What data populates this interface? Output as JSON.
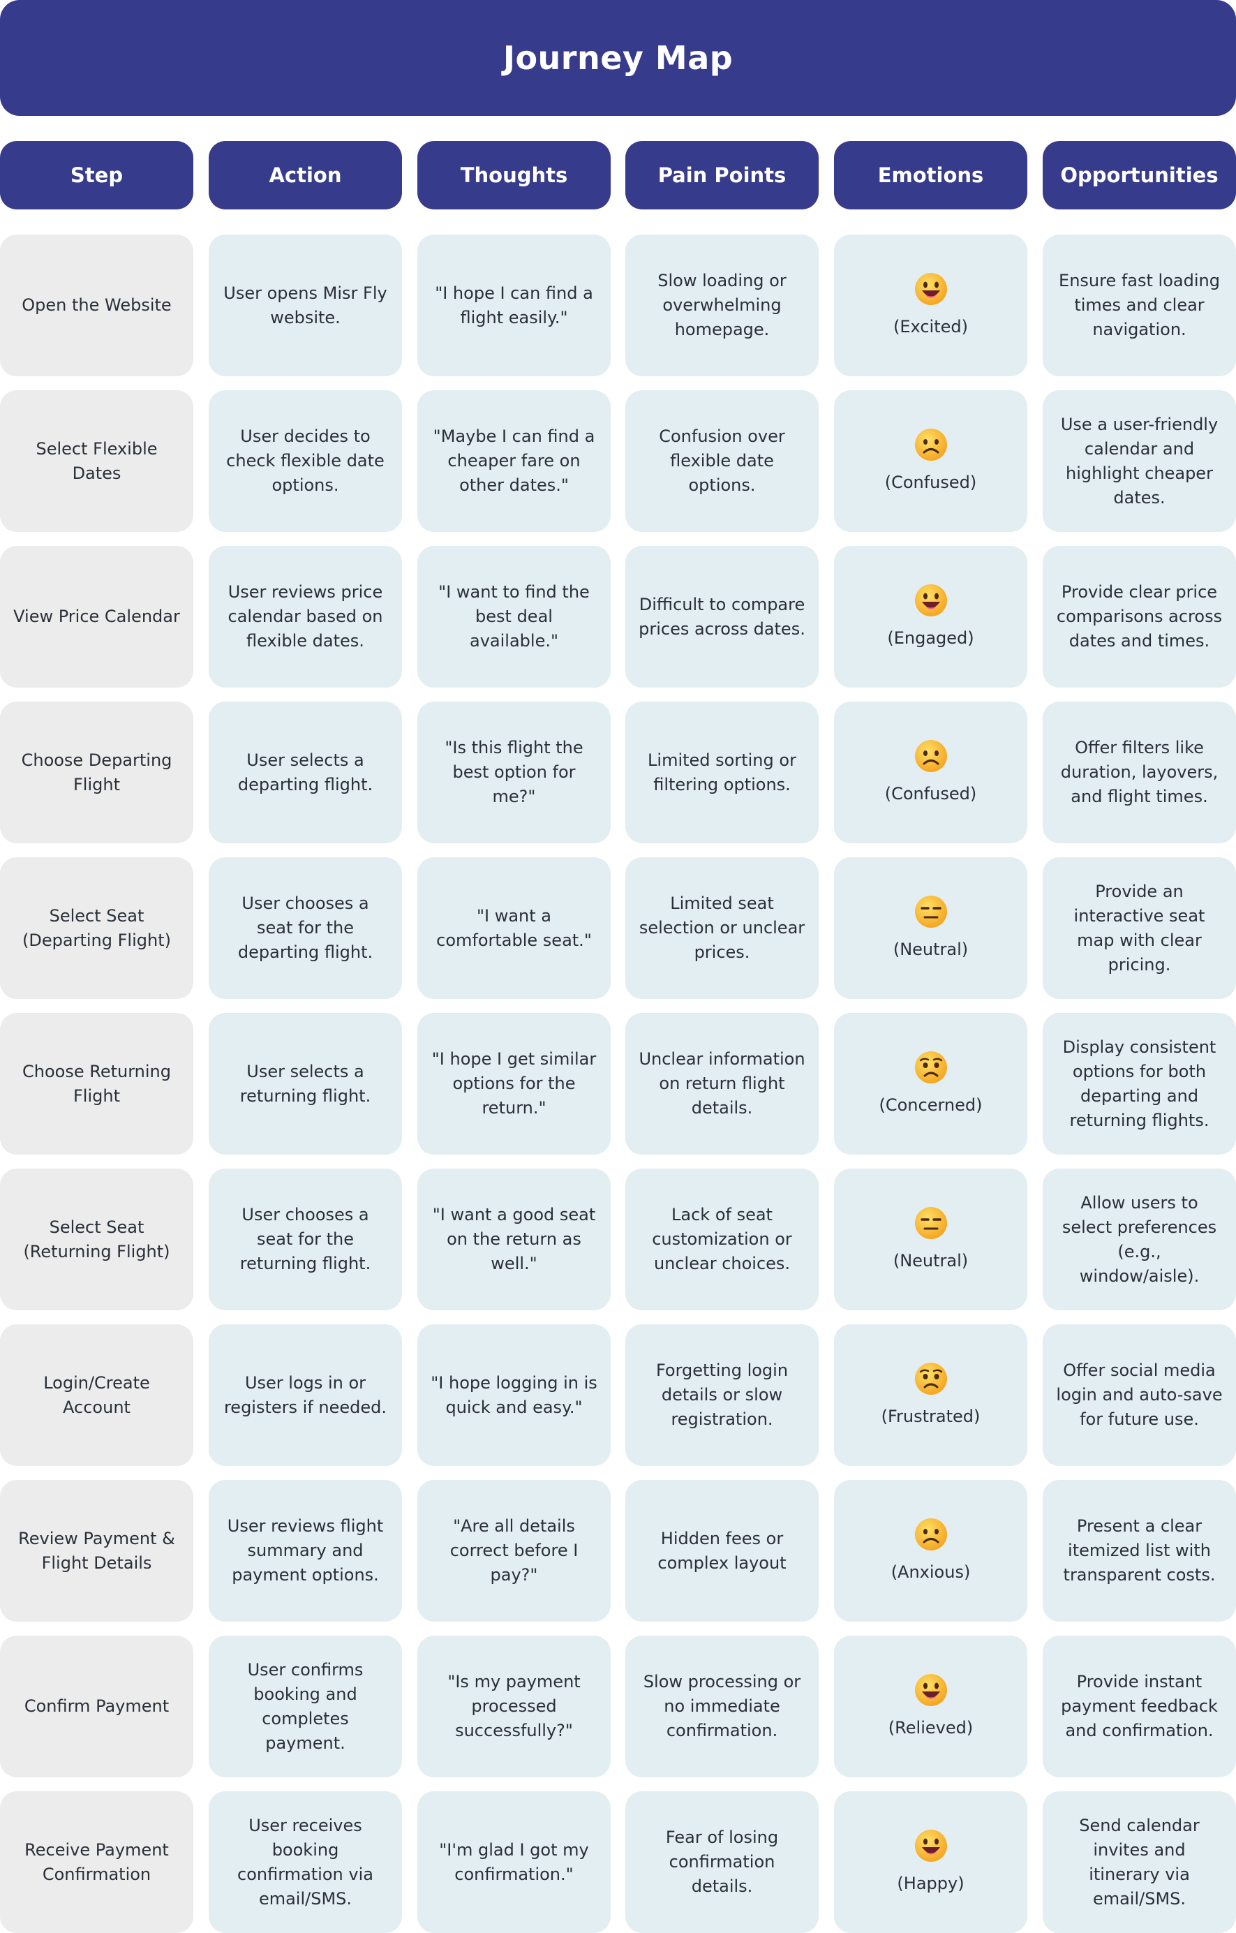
{
  "title": "Journey Map",
  "headers": [
    "Step",
    "Action",
    "Thoughts",
    "Pain Points",
    "Emotions",
    "Opportunities"
  ],
  "rows": [
    {
      "step": "Open the Website",
      "action": "User opens Misr Fly website.",
      "thought": "\"I hope I can find a flight easily.\"",
      "pain": "Slow loading or overwhelming homepage.",
      "emotion": "(Excited)",
      "emoji": "grinning-face-icon",
      "opportunity": "Ensure fast loading times and clear navigation."
    },
    {
      "step": "Select Flexible Dates",
      "action": "User decides to check flexible date options.",
      "thought": "\"Maybe I can find a cheaper fare on other dates.\"",
      "pain": "Confusion over flexible date options.",
      "emotion": "(Confused)",
      "emoji": "frowning-face-icon",
      "opportunity": "Use a user-friendly calendar and highlight cheaper dates."
    },
    {
      "step": "View Price Calendar",
      "action": "User reviews price calendar based on flexible dates.",
      "thought": "\"I want to find the best deal available.\"",
      "pain": "Difficult to compare prices across dates.",
      "emotion": "(Engaged)",
      "emoji": "grinning-face-icon",
      "opportunity": "Provide clear price comparisons across dates and times."
    },
    {
      "step": "Choose Departing Flight",
      "action": "User selects a departing flight.",
      "thought": "\"Is this flight the best option for me?\"",
      "pain": "Limited sorting or filtering options.",
      "emotion": "(Confused)",
      "emoji": "frowning-face-icon",
      "opportunity": "Offer filters like duration, layovers, and flight times."
    },
    {
      "step": "Select Seat (Departing Flight)",
      "action": "User chooses a seat for the departing flight.",
      "thought": "\"I want a comfortable seat.\"",
      "pain": "Limited seat selection or unclear prices.",
      "emotion": "(Neutral)",
      "emoji": "neutral-face-icon",
      "opportunity": "Provide an interactive seat map with clear pricing."
    },
    {
      "step": "Choose Returning Flight",
      "action": "User selects a returning flight.",
      "thought": "\"I hope I get similar options for the return.\"",
      "pain": "Unclear information on return flight details.",
      "emotion": "(Concerned)",
      "emoji": "worried-face-icon",
      "opportunity": "Display consistent options for both departing and returning flights."
    },
    {
      "step": "Select Seat (Returning Flight)",
      "action": "User chooses a seat for the returning flight.",
      "thought": "\"I want a good seat on the return as well.\"",
      "pain": "Lack of seat customization or unclear choices.",
      "emotion": "(Neutral)",
      "emoji": "neutral-face-icon",
      "opportunity": "Allow users to select preferences (e.g., window/aisle)."
    },
    {
      "step": "Login/Create Account",
      "action": "User logs in or registers if needed.",
      "thought": "\"I hope logging in is quick and easy.\"",
      "pain": "Forgetting login details or slow registration.",
      "emotion": "(Frustrated)",
      "emoji": "worried-face-icon",
      "opportunity": "Offer social media login and auto-save for future use."
    },
    {
      "step": "Review Payment & Flight Details",
      "action": "User reviews flight summary and payment options.",
      "thought": "\"Are all details correct before I pay?\"",
      "pain": "Hidden fees or complex layout",
      "emotion": "(Anxious)",
      "emoji": "frowning-face-icon",
      "opportunity": "Present a clear itemized list with transparent costs."
    },
    {
      "step": "Confirm Payment",
      "action": "User confirms booking and completes payment.",
      "thought": "\"Is my payment processed successfully?\"",
      "pain": "Slow processing or no immediate confirmation.",
      "emotion": "(Relieved)",
      "emoji": "grinning-face-icon",
      "opportunity": "Provide instant payment feedback and confirmation."
    },
    {
      "step": "Receive Payment Confirmation",
      "action": "User receives booking confirmation via email/SMS.",
      "thought": "\"I'm glad I got my confirmation.\"",
      "pain": "Fear of losing confirmation details.",
      "emotion": "(Happy)",
      "emoji": "grinning-face-icon",
      "opportunity": "Send calendar invites and itinerary via email/SMS."
    }
  ]
}
